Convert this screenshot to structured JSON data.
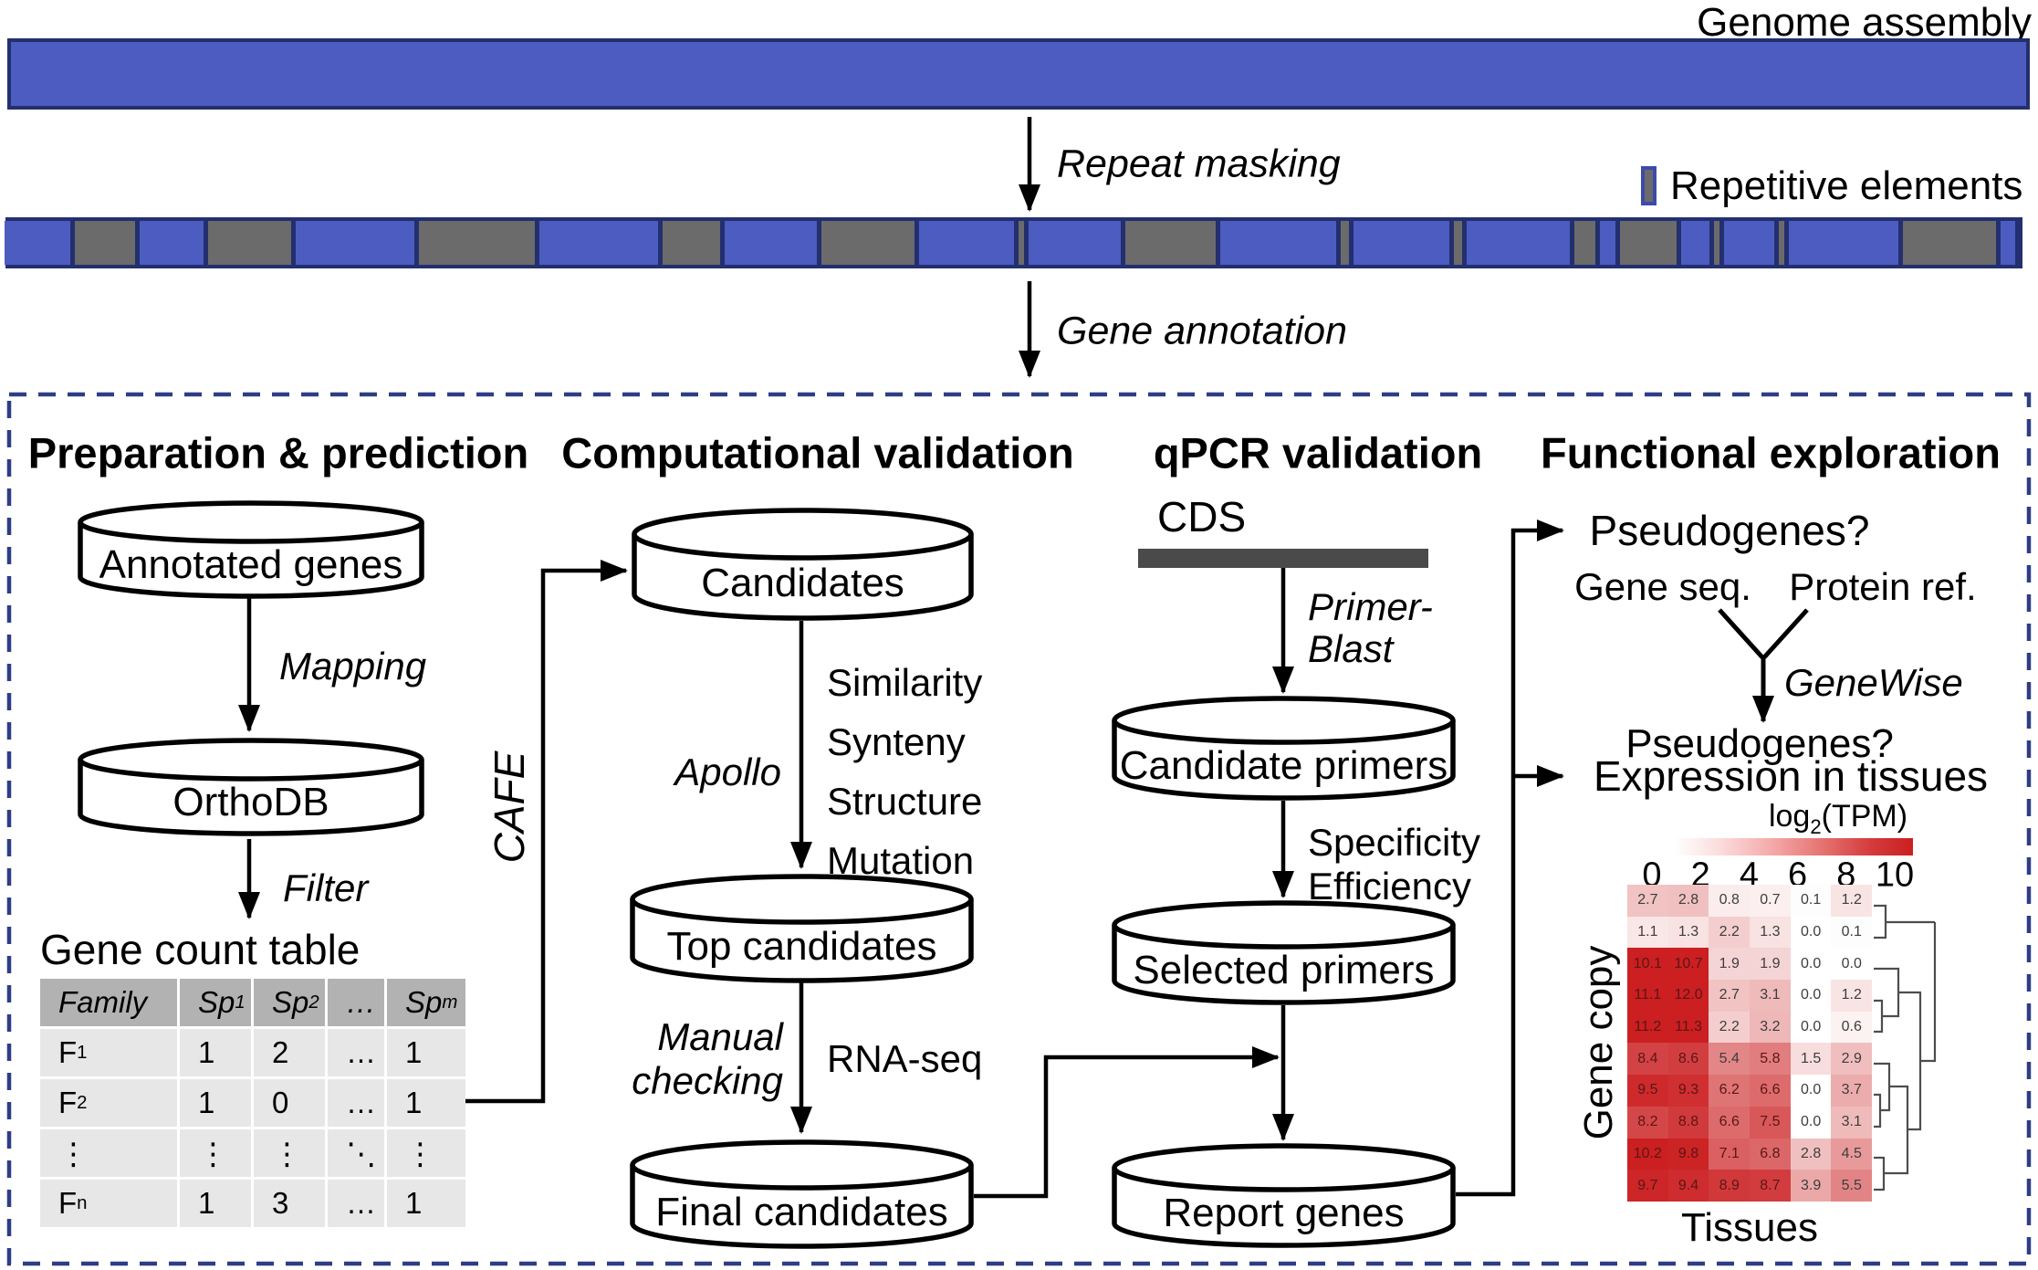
{
  "top": {
    "genome_assembly": "Genome assembly",
    "repeat_masking": "Repeat masking",
    "repetitive_elements": "Repetitive elements",
    "gene_annotation": "Gene annotation",
    "bar_blue": "#4d5cc0",
    "bar_gray": "#6b6b6b",
    "bar_border_navy": "#232f6e",
    "bar_segments": [
      [
        5,
        77,
        "b"
      ],
      [
        82,
        71,
        "g"
      ],
      [
        153,
        75,
        "b"
      ],
      [
        228,
        96,
        "g"
      ],
      [
        324,
        135,
        "b"
      ],
      [
        459,
        132,
        "g"
      ],
      [
        591,
        135,
        "b"
      ],
      [
        726,
        68,
        "g"
      ],
      [
        794,
        106,
        "b"
      ],
      [
        900,
        107,
        "g"
      ],
      [
        1007,
        109,
        "b"
      ],
      [
        1116,
        11,
        "g"
      ],
      [
        1127,
        106,
        "b"
      ],
      [
        1233,
        104,
        "g"
      ],
      [
        1337,
        132,
        "b"
      ],
      [
        1469,
        14,
        "g"
      ],
      [
        1483,
        110,
        "b"
      ],
      [
        1593,
        14,
        "g"
      ],
      [
        1607,
        118,
        "b"
      ],
      [
        1725,
        28,
        "g"
      ],
      [
        1753,
        22,
        "b"
      ],
      [
        1775,
        67,
        "g"
      ],
      [
        1842,
        36,
        "b"
      ],
      [
        1878,
        11,
        "g"
      ],
      [
        1889,
        60,
        "b"
      ],
      [
        1949,
        11,
        "g"
      ],
      [
        1960,
        125,
        "b"
      ],
      [
        2085,
        107,
        "g"
      ],
      [
        2192,
        21,
        "b"
      ]
    ]
  },
  "prep": {
    "title": "Preparation & prediction",
    "cyl_annotated": "Annotated genes",
    "cyl_orthodb": "OrthoDB",
    "mapping": "Mapping",
    "filter": "Filter",
    "cafe": "CAFE",
    "table_title": "Gene count table"
  },
  "gene_count_table": {
    "headers": [
      {
        "text": "Family",
        "sub": ""
      },
      {
        "text": "Sp",
        "sub": "1"
      },
      {
        "text": "Sp",
        "sub": "2"
      },
      {
        "text": "…",
        "sub": ""
      },
      {
        "text": "Sp",
        "sub": "m"
      }
    ],
    "rows": [
      {
        "label": {
          "text": "F",
          "sub": "1"
        },
        "values": [
          "1",
          "2",
          "…",
          "1"
        ]
      },
      {
        "label": {
          "text": "F",
          "sub": "2"
        },
        "values": [
          "1",
          "0",
          "…",
          "1"
        ]
      },
      {
        "label": {
          "text": "⋮",
          "sub": ""
        },
        "values": [
          "⋮",
          "⋮",
          "⋱",
          "⋮"
        ]
      },
      {
        "label": {
          "text": "F",
          "sub": "n"
        },
        "values": [
          "1",
          "3",
          "…",
          "1"
        ]
      }
    ]
  },
  "comp": {
    "title": "Computational validation",
    "cyl_candidates": "Candidates",
    "apollo": "Apollo",
    "criteria": [
      "Similarity",
      "Synteny",
      "Structure",
      "Mutation"
    ],
    "cyl_top": "Top candidates",
    "manual": [
      "Manual",
      "checking"
    ],
    "rna_seq": "RNA-seq",
    "cyl_final": "Final candidates"
  },
  "qpcr": {
    "title": "qPCR validation",
    "cds": "CDS",
    "primer_blast": [
      "Primer-",
      "Blast"
    ],
    "cyl_candidate_primers": "Candidate primers",
    "specificity": "Specificity",
    "efficiency": "Efficiency",
    "cyl_selected": "Selected primers",
    "cyl_report": "Report genes"
  },
  "func": {
    "title": "Functional exploration",
    "pseudogenes_q1": "Pseudogenes?",
    "gene_seq": "Gene seq.",
    "protein_ref": "Protein ref.",
    "genewise": "GeneWise",
    "pseudogenes_q2": "Pseudogenes?",
    "expression": "Expression in tissues"
  },
  "chart_data": {
    "type": "heatmap",
    "title": {
      "pre": "log",
      "sub": "2",
      "post": "(TPM)"
    },
    "xlabel": "Tissues",
    "ylabel": "Gene copy",
    "colorbar_ticks": [
      "0",
      "2",
      "4",
      "6",
      "8",
      "10"
    ],
    "color_scale": {
      "min_color": "#ffffff",
      "max_color": "#cb1f21",
      "domain": [
        0,
        10
      ]
    },
    "legend_position": "top",
    "dendrogram_position": "right",
    "rows": [
      [
        "2.7",
        "2.8",
        "0.8",
        "0.7",
        "0.1",
        "1.2"
      ],
      [
        "1.1",
        "1.3",
        "2.2",
        "1.3",
        "0.0",
        "0.1"
      ],
      [
        "10.1",
        "10.7",
        "1.9",
        "1.9",
        "0.0",
        "0.0"
      ],
      [
        "11.1",
        "12.0",
        "2.7",
        "3.1",
        "0.0",
        "1.2"
      ],
      [
        "11.2",
        "11.3",
        "2.2",
        "3.2",
        "0.0",
        "0.6"
      ],
      [
        "8.4",
        "8.6",
        "5.4",
        "5.8",
        "1.5",
        "2.9"
      ],
      [
        "9.5",
        "9.3",
        "6.2",
        "6.6",
        "0.0",
        "3.7"
      ],
      [
        "8.2",
        "8.8",
        "6.6",
        "7.5",
        "0.0",
        "3.1"
      ],
      [
        "10.2",
        "9.8",
        "7.1",
        "6.8",
        "2.8",
        "4.5"
      ],
      [
        "9.7",
        "9.4",
        "8.9",
        "8.7",
        "3.9",
        "5.5"
      ]
    ]
  }
}
